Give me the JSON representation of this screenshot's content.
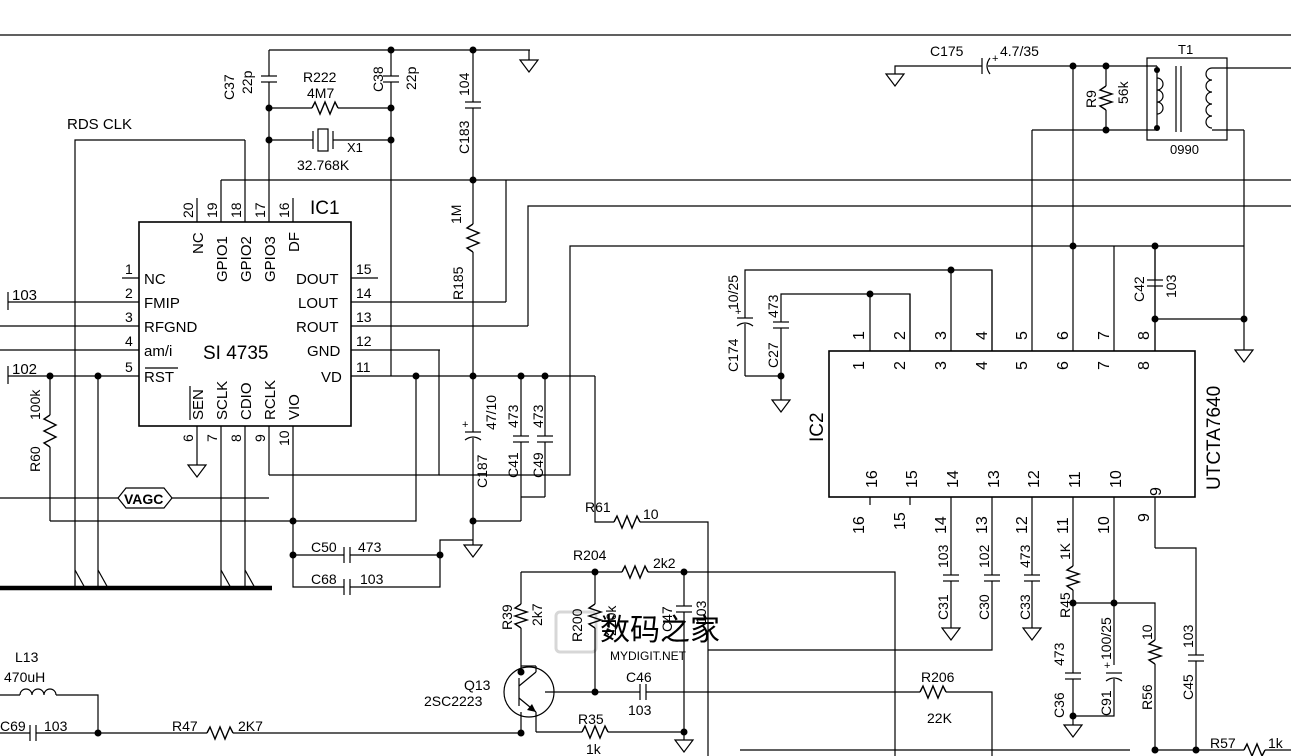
{
  "ic1": {
    "ref": "IC1",
    "part": "SI 4735",
    "left_pins": [
      {
        "num": "1",
        "name": "NC"
      },
      {
        "num": "2",
        "name": "FMIP"
      },
      {
        "num": "3",
        "name": "RFGND"
      },
      {
        "num": "4",
        "name": "am/i"
      },
      {
        "num": "5",
        "name": "RST"
      }
    ],
    "right_pins": [
      {
        "num": "15",
        "name": "DOUT"
      },
      {
        "num": "14",
        "name": "LOUT"
      },
      {
        "num": "13",
        "name": "ROUT"
      },
      {
        "num": "12",
        "name": "GND"
      },
      {
        "num": "11",
        "name": "VD"
      }
    ],
    "top_pins": [
      {
        "num": "20",
        "name": "NC"
      },
      {
        "num": "19",
        "name": "GPIO1"
      },
      {
        "num": "18",
        "name": "GPIO2"
      },
      {
        "num": "17",
        "name": "GPIO3"
      },
      {
        "num": "16",
        "name": "DF"
      }
    ],
    "bottom_pins": [
      {
        "num": "6",
        "name": "SEN"
      },
      {
        "num": "7",
        "name": "SCLK"
      },
      {
        "num": "8",
        "name": "CDIO"
      },
      {
        "num": "9",
        "name": "RCLK"
      },
      {
        "num": "10",
        "name": "VIO"
      }
    ]
  },
  "ic2": {
    "ref": "IC2",
    "part": "UTCTA7640",
    "top_pins": [
      "1",
      "2",
      "3",
      "4",
      "5",
      "6",
      "7",
      "8"
    ],
    "bottom_pins": [
      "16",
      "15",
      "14",
      "13",
      "12",
      "11",
      "10",
      "9"
    ]
  },
  "labels": {
    "rds_clk": "RDS CLK",
    "vagc": "VAGC",
    "net_103": "103",
    "net_102": "102"
  },
  "components": {
    "c37": {
      "ref": "C37",
      "value": "22p"
    },
    "c38": {
      "ref": "C38",
      "value": "22p"
    },
    "r222": {
      "ref": "R222",
      "value": "4M7"
    },
    "x1": {
      "ref": "X1",
      "value": "32.768K"
    },
    "c183": {
      "ref": "C183",
      "value": "104"
    },
    "r185": {
      "ref": "R185",
      "value": "1M"
    },
    "c187": {
      "ref": "C187",
      "value": "47/10"
    },
    "c41": {
      "ref": "C41",
      "value": "473"
    },
    "c49": {
      "ref": "C49",
      "value": "473"
    },
    "r60": {
      "ref": "R60",
      "value": "100k"
    },
    "c50": {
      "ref": "C50",
      "value": "473"
    },
    "c68": {
      "ref": "C68",
      "value": "103"
    },
    "r61": {
      "ref": "R61",
      "value": "10"
    },
    "r204": {
      "ref": "R204",
      "value": "2k2"
    },
    "r39": {
      "ref": "R39",
      "value": "2k7"
    },
    "r200": {
      "ref": "R200",
      "value": "220k"
    },
    "c47": {
      "ref": "C47",
      "value": "103"
    },
    "q13": {
      "ref": "Q13",
      "value": "2SC2223"
    },
    "c46": {
      "ref": "C46",
      "value": "103"
    },
    "r35": {
      "ref": "R35",
      "value": "1k"
    },
    "r206": {
      "ref": "R206",
      "value": "22K"
    },
    "l13": {
      "ref": "L13",
      "value": "470uH"
    },
    "c69": {
      "ref": "C69",
      "value": "103"
    },
    "r47": {
      "ref": "R47",
      "value": "2K7"
    },
    "c175": {
      "ref": "C175",
      "value": "4.7/35"
    },
    "r9": {
      "ref": "R9",
      "value": "56k"
    },
    "t1": {
      "ref": "T1",
      "value": "0990"
    },
    "c174": {
      "ref": "C174",
      "value": "10/25"
    },
    "c27": {
      "ref": "C27",
      "value": "473"
    },
    "c42": {
      "ref": "C42",
      "value": "103"
    },
    "c31": {
      "ref": "C31",
      "value": "103"
    },
    "c30": {
      "ref": "C30",
      "value": "102"
    },
    "c33": {
      "ref": "C33",
      "value": "473"
    },
    "r45": {
      "ref": "R45",
      "value": "1K"
    },
    "c36": {
      "ref": "C36",
      "value": "473"
    },
    "c91": {
      "ref": "C91",
      "value": "100/25"
    },
    "r56": {
      "ref": "R56",
      "value": "10"
    },
    "c45": {
      "ref": "C45",
      "value": "103"
    },
    "r57": {
      "ref": "R57",
      "value": "1k"
    }
  },
  "watermark": {
    "line1": "数码之家",
    "line2": "MYDIGIT.NET"
  }
}
